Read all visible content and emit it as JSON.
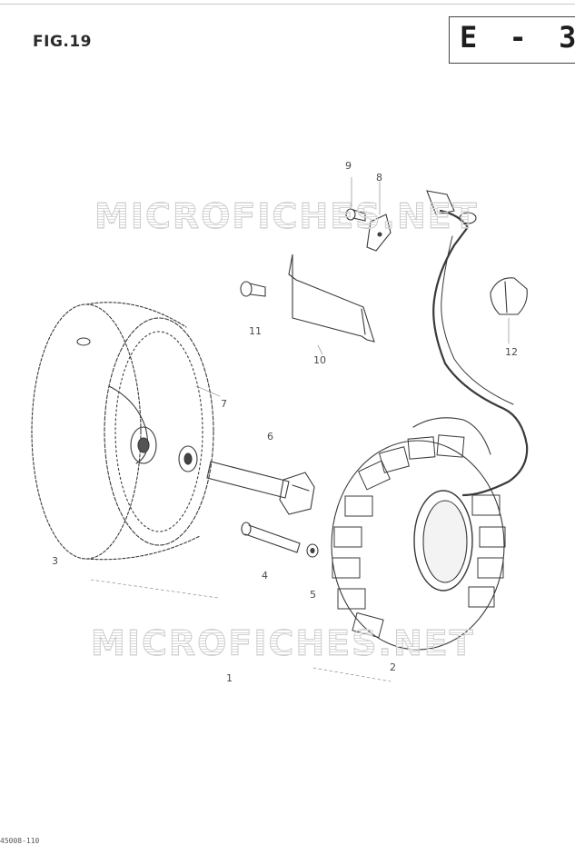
{
  "figure": {
    "label": "FIG.19",
    "sheet_code": "E - 3"
  },
  "watermark": "MICROFICHES.NET",
  "callouts": {
    "c1": "1",
    "c2": "2",
    "c3": "3",
    "c4": "4",
    "c5": "5",
    "c6": "6",
    "c7": "7",
    "c8": "8",
    "c9": "9",
    "c10": "10",
    "c11": "11",
    "c12": "12"
  },
  "footer_code": "45008-110"
}
